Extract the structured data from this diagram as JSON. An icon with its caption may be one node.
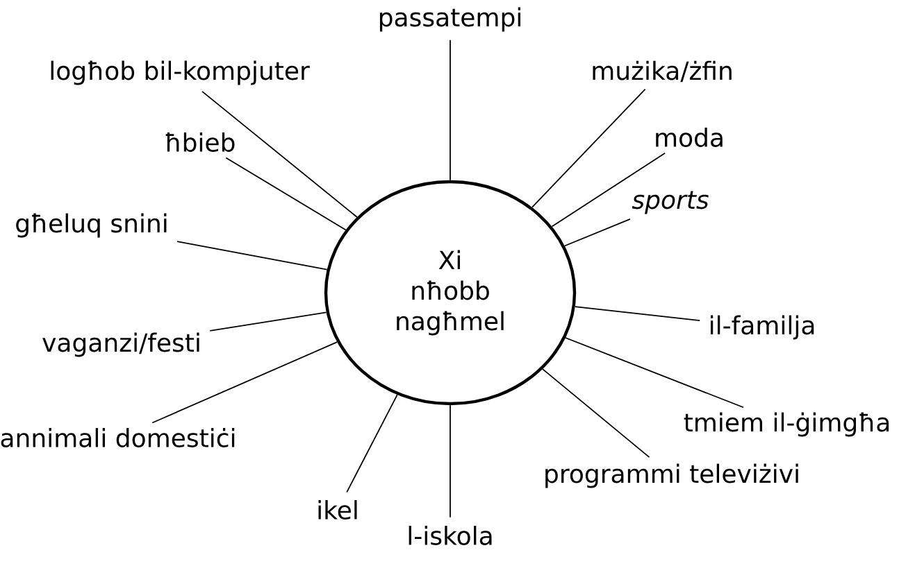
{
  "diagram": {
    "nodes": [
      {
        "text": [
          "Xi nħobb nagħmel"
        ]
      },
      {
        "text": [
          "passatempi"
        ]
      },
      {
        "text": [
          "mużika/żfin"
        ]
      },
      {
        "text": [
          "moda"
        ]
      },
      {
        "text": [
          "sports"
        ]
      },
      {
        "text": [
          "il-familja"
        ]
      },
      {
        "text": [
          "tmiem il-ġimgħa"
        ]
      },
      {
        "text": [
          "programmi televiżivi"
        ]
      },
      {
        "text": [
          "l-iskola"
        ]
      },
      {
        "text": [
          "ikel"
        ]
      },
      {
        "text": [
          "annimali domestiċi"
        ]
      },
      {
        "text": [
          "vaganzi/festi"
        ]
      },
      {
        "text": [
          "għeluq snini"
        ]
      },
      {
        "text": [
          "ħbieb"
        ]
      },
      {
        "text": [
          "logħob bil-kompjuter"
        ]
      }
    ],
    "edges": [
      {
        "from": 0,
        "to": 1,
        "arrow": "none"
      },
      {
        "from": 0,
        "to": 2,
        "arrow": "none"
      },
      {
        "from": 0,
        "to": 3,
        "arrow": "none"
      },
      {
        "from": 0,
        "to": 4,
        "arrow": "none"
      },
      {
        "from": 0,
        "to": 5,
        "arrow": "none"
      },
      {
        "from": 0,
        "to": 6,
        "arrow": "none"
      },
      {
        "from": 0,
        "to": 7,
        "arrow": "none"
      },
      {
        "from": 0,
        "to": 8,
        "arrow": "none"
      },
      {
        "from": 0,
        "to": 9,
        "arrow": "none"
      },
      {
        "from": 0,
        "to": 10,
        "arrow": "none"
      },
      {
        "from": 0,
        "to": 11,
        "arrow": "none"
      },
      {
        "from": 0,
        "to": 12,
        "arrow": "none"
      },
      {
        "from": 0,
        "to": 13,
        "arrow": "none"
      },
      {
        "from": 0,
        "to": 14,
        "arrow": "none"
      }
    ]
  }
}
